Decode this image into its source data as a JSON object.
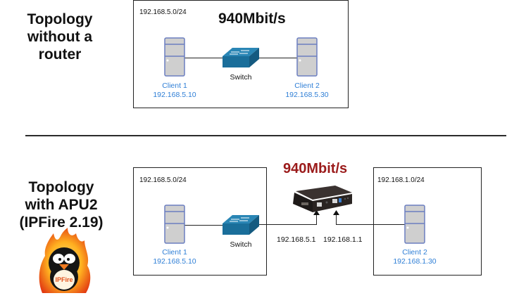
{
  "top": {
    "heading": [
      "Topology",
      "without a",
      "router"
    ],
    "subnet": "192.168.5.0/24",
    "speed": "940Mbit/s",
    "switch_label": "Switch",
    "client1": {
      "name": "Client 1",
      "ip": "192.168.5.10"
    },
    "client2": {
      "name": "Client 2",
      "ip": "192.168.5.30"
    }
  },
  "bottom": {
    "heading": [
      "Topology",
      "with APU2",
      "(IPFire 2.19)"
    ],
    "left_subnet": "192.168.5.0/24",
    "right_subnet": "192.168.1.0/24",
    "speed": "940Mbit/s",
    "switch_label": "Switch",
    "router_ip_lan": "192.168.5.1",
    "router_ip_wan": "192.168.1.1",
    "client1": {
      "name": "Client 1",
      "ip": "192.168.5.10"
    },
    "client2": {
      "name": "Client 2",
      "ip": "192.168.1.30"
    },
    "logo_text": "IPFire"
  },
  "colors": {
    "client_label": "#2f7fd6",
    "speed_highlight": "#9b1b1b",
    "switch_blue": "#1a6e9a",
    "server_fill": "#cfcfcf",
    "server_stroke": "#6b7fc0"
  }
}
